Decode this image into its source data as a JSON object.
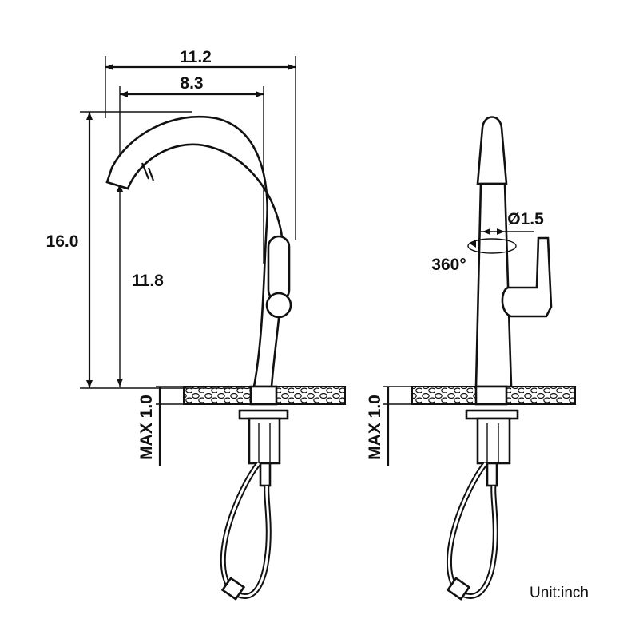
{
  "side_view": {
    "width_overall": "11.2",
    "spout_reach": "8.3",
    "height_overall": "16.0",
    "spout_height": "11.8",
    "deck_thickness": "MAX 1.0"
  },
  "front_view": {
    "spout_diameter": "Ø1.5",
    "rotation": "360°",
    "deck_thickness": "MAX 1.0"
  },
  "unit_note": "Unit:inch"
}
